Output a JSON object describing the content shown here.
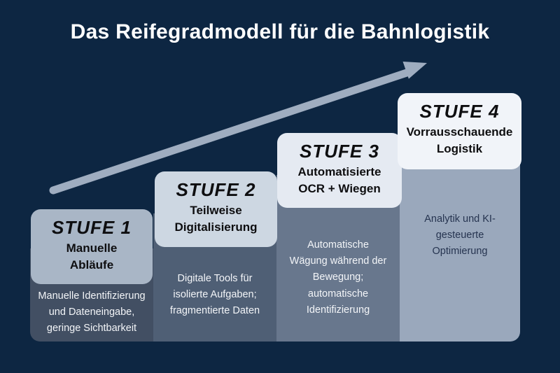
{
  "background": "#0d2642",
  "title": "Das Reifegradmodell für die Bahnlogistik",
  "title_color": "#ffffff",
  "arrow": {
    "color": "#9fadc0"
  },
  "steps": [
    {
      "label": "STUFE 1",
      "subtitle": "Manuelle Abläufe",
      "description": "Manuelle Identifizierung und Dateneingabe, geringe Sichtbarkeit",
      "card_color": "#a9b6c6",
      "column_color": "#424f63",
      "heading_color": "#0e0e10",
      "text_color": "#f3f5f8"
    },
    {
      "label": "STUFE 2",
      "subtitle": "Teilweise Digitalisierung",
      "description": "Digitale Tools für isolierte Aufgaben; fragmentierte Daten",
      "card_color": "#cdd7e2",
      "column_color": "#4f5f75",
      "heading_color": "#0e0e10",
      "text_color": "#f3f5f8"
    },
    {
      "label": "STUFE 3",
      "subtitle": "Automatisierte OCR + Wiegen",
      "description": "Automatische Wägung während der Bewegung; automatische Identifizierung",
      "card_color": "#e5eaf2",
      "column_color": "#68778d",
      "heading_color": "#0e0e10",
      "text_color": "#f3f5f8"
    },
    {
      "label": "STUFE 4",
      "subtitle": "Vorrausschauende Logistik",
      "description": "Analytik und KI-gesteuerte Optimierung",
      "card_color": "#f1f4f9",
      "column_color": "#9aa8bc",
      "heading_color": "#0e0e10",
      "text_color": "#263450"
    }
  ]
}
